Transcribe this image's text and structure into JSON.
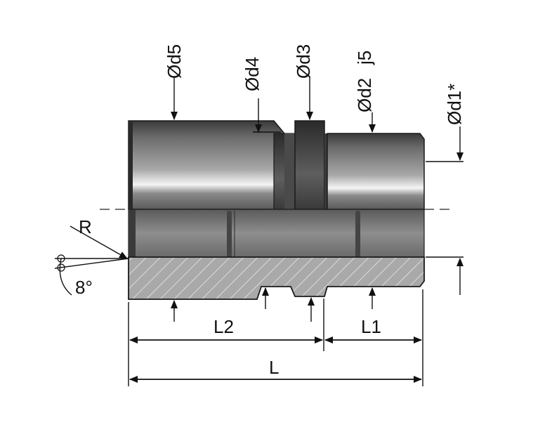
{
  "labels": {
    "d5": "Ød5",
    "d4": "Ød4",
    "d3": "Ød3",
    "d2": "Ød2",
    "j5": "j5",
    "d1": "Ød1*",
    "r": "R",
    "angle": "8°",
    "l2": "L2",
    "l1": "L1",
    "l": "L"
  },
  "colors": {
    "body_dark": "#3c3c3c",
    "body_mid": "#9a9a9a",
    "highlight": "#f4f4f4",
    "section_fill": "#a6a6a6",
    "outline": "#1a1a1a"
  }
}
